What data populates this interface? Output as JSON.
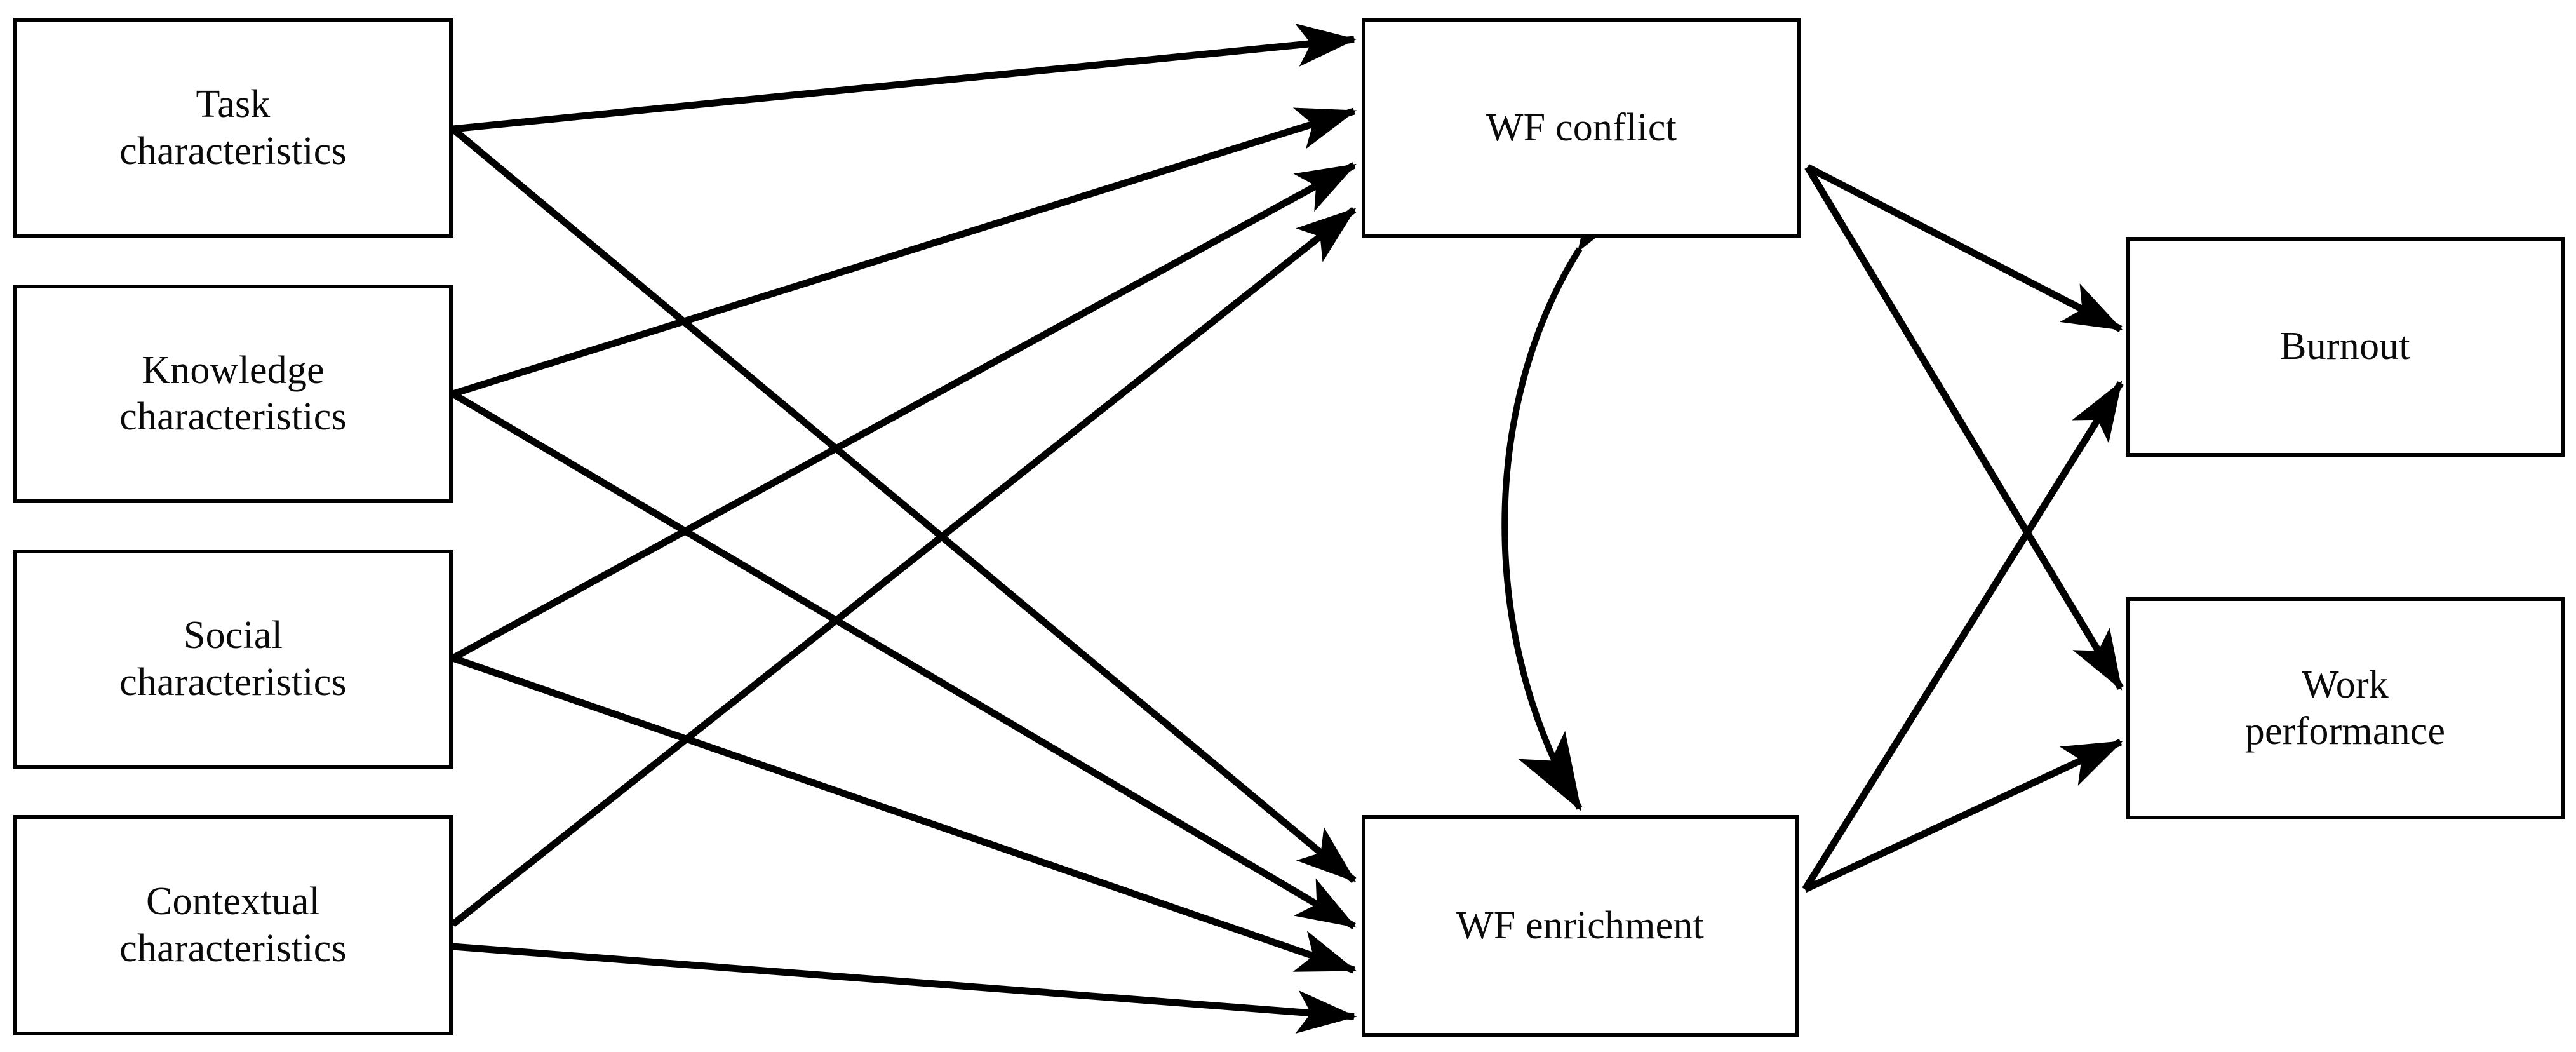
{
  "diagram": {
    "type": "path-model",
    "background": "#ffffff",
    "stroke_color": "#000000",
    "text_color": "#0a0a0a",
    "nodes": [
      {
        "id": "task",
        "label": "Task\ncharacteristics",
        "column": "antecedents"
      },
      {
        "id": "knowledge",
        "label": "Knowledge\ncharacteristics",
        "column": "antecedents"
      },
      {
        "id": "social",
        "label": "Social\ncharacteristics",
        "column": "antecedents"
      },
      {
        "id": "contextual",
        "label": "Contextual\ncharacteristics",
        "column": "antecedents"
      },
      {
        "id": "wf_conflict",
        "label": "WF conflict",
        "column": "mediators"
      },
      {
        "id": "wf_enrichment",
        "label": "WF enrichment",
        "column": "mediators"
      },
      {
        "id": "burnout",
        "label": "Burnout",
        "column": "outcomes"
      },
      {
        "id": "work_performance",
        "label": "Work\nperformance",
        "column": "outcomes"
      }
    ],
    "edges": [
      {
        "from": "task",
        "to": "wf_conflict",
        "style": "straight-arrow"
      },
      {
        "from": "task",
        "to": "wf_enrichment",
        "style": "straight-arrow"
      },
      {
        "from": "knowledge",
        "to": "wf_conflict",
        "style": "straight-arrow"
      },
      {
        "from": "knowledge",
        "to": "wf_enrichment",
        "style": "straight-arrow"
      },
      {
        "from": "social",
        "to": "wf_conflict",
        "style": "straight-arrow"
      },
      {
        "from": "social",
        "to": "wf_enrichment",
        "style": "straight-arrow"
      },
      {
        "from": "contextual",
        "to": "wf_conflict",
        "style": "straight-arrow"
      },
      {
        "from": "contextual",
        "to": "wf_enrichment",
        "style": "straight-arrow"
      },
      {
        "from": "wf_conflict",
        "to": "burnout",
        "style": "straight-arrow"
      },
      {
        "from": "wf_conflict",
        "to": "work_performance",
        "style": "straight-arrow"
      },
      {
        "from": "wf_enrichment",
        "to": "burnout",
        "style": "straight-arrow"
      },
      {
        "from": "wf_enrichment",
        "to": "work_performance",
        "style": "straight-arrow"
      },
      {
        "from": "wf_conflict",
        "to": "wf_enrichment",
        "style": "curved-double-arrow"
      }
    ]
  }
}
